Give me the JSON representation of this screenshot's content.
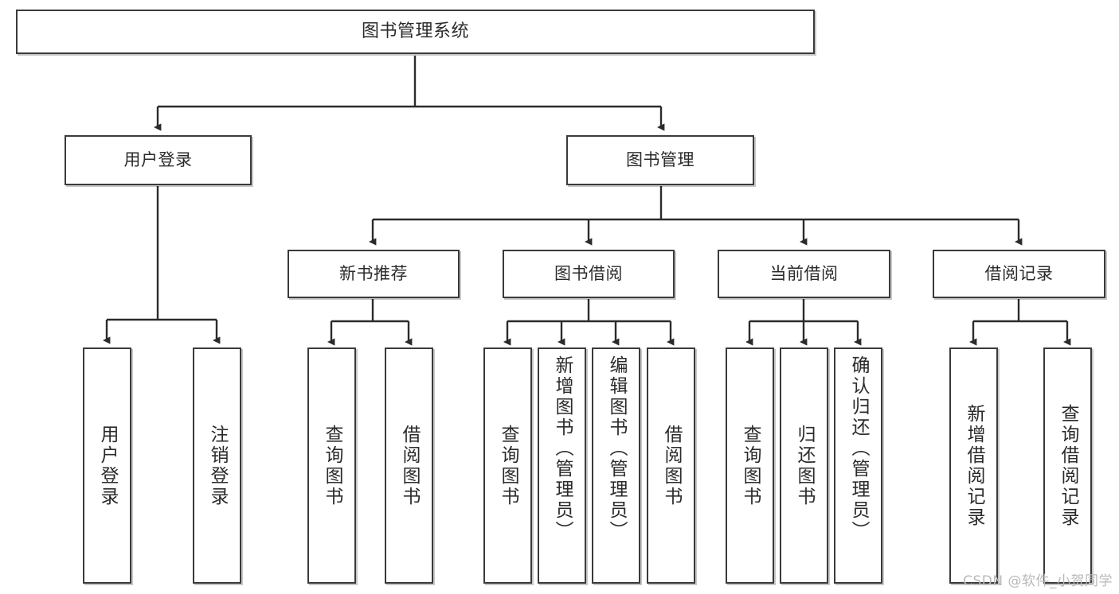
{
  "diagram": {
    "title": "图书管理系统",
    "type": "hierarchy-tree",
    "levels": 4,
    "root": {
      "id": "root",
      "label": "图书管理系统"
    },
    "level2": [
      {
        "id": "user-login",
        "label": "用户登录"
      },
      {
        "id": "book-manage",
        "label": "图书管理"
      }
    ],
    "level3": [
      {
        "id": "new-book-rec",
        "label": "新书推荐",
        "parent": "book-manage"
      },
      {
        "id": "book-borrow",
        "label": "图书借阅",
        "parent": "book-manage"
      },
      {
        "id": "current-borrow",
        "label": "当前借阅",
        "parent": "book-manage"
      },
      {
        "id": "borrow-record",
        "label": "借阅记录",
        "parent": "book-manage"
      }
    ],
    "leaves": [
      {
        "id": "leaf-user-login",
        "label": "用户登录",
        "parent": "user-login"
      },
      {
        "id": "leaf-logout",
        "label": "注销登录",
        "parent": "user-login"
      },
      {
        "id": "leaf-query-book-1",
        "label": "查询图书",
        "parent": "new-book-rec"
      },
      {
        "id": "leaf-borrow-book-1",
        "label": "借阅图书",
        "parent": "new-book-rec"
      },
      {
        "id": "leaf-query-book-2",
        "label": "查询图书",
        "parent": "book-borrow"
      },
      {
        "id": "leaf-add-book",
        "label": "新增图书（管理员）",
        "parent": "book-borrow"
      },
      {
        "id": "leaf-edit-book",
        "label": "编辑图书（管理员）",
        "parent": "book-borrow"
      },
      {
        "id": "leaf-borrow-book-2",
        "label": "借阅图书",
        "parent": "book-borrow"
      },
      {
        "id": "leaf-query-book-3",
        "label": "查询图书",
        "parent": "current-borrow"
      },
      {
        "id": "leaf-return-book",
        "label": "归还图书",
        "parent": "current-borrow"
      },
      {
        "id": "leaf-confirm-return",
        "label": "确认归还（管理员）",
        "parent": "current-borrow"
      },
      {
        "id": "leaf-add-record",
        "label": "新增借阅记录",
        "parent": "borrow-record"
      },
      {
        "id": "leaf-query-record",
        "label": "查询借阅记录",
        "parent": "borrow-record"
      }
    ]
  },
  "watermark": {
    "text": "CSDN @软件_小贺同学"
  },
  "colors": {
    "box_border": "#3a3a3a",
    "box_fill": "#ffffff",
    "edge": "#2b2b2b",
    "text": "#2b2b2b",
    "watermark": "#b9b9b9",
    "background": "#ffffff"
  }
}
